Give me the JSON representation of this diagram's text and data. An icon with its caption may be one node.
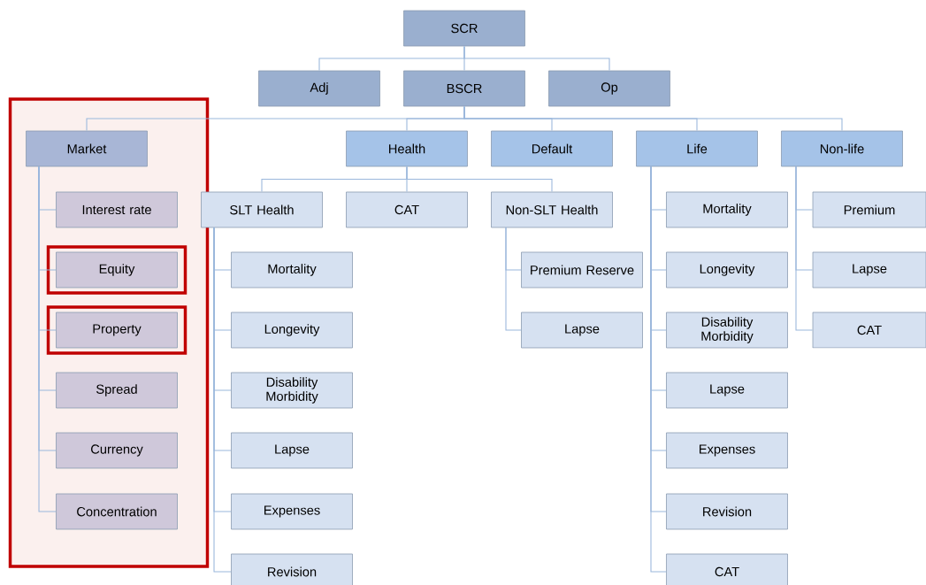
{
  "diagram": {
    "nodes": [
      {
        "text": [
          "SCR"
        ]
      },
      {
        "text": [
          "Adj"
        ]
      },
      {
        "text": [
          "BSCR"
        ]
      },
      {
        "text": [
          "Op"
        ]
      },
      {
        "text": [],
        "shape": "box"
      },
      {
        "text": [
          "Market"
        ],
        "in": 4
      },
      {
        "text": [
          "Health"
        ]
      },
      {
        "text": [
          "Default"
        ]
      },
      {
        "text": [
          "Life"
        ]
      },
      {
        "text": [
          "Non-life"
        ]
      },
      {
        "text": [
          "SLT Health"
        ]
      },
      {
        "text": [
          "CAT"
        ]
      },
      {
        "text": [
          "Non-SLT Health"
        ]
      },
      {
        "text": [
          "Interest rate"
        ],
        "in": 4
      },
      {
        "text": [],
        "shape": "box",
        "in": 4
      },
      {
        "text": [
          "Equity"
        ],
        "in": 14
      },
      {
        "text": [],
        "shape": "box",
        "in": 4
      },
      {
        "text": [
          "Property"
        ],
        "in": 16
      },
      {
        "text": [
          "Spread"
        ],
        "in": 4
      },
      {
        "text": [
          "Currency"
        ],
        "in": 4
      },
      {
        "text": [
          "Concentration"
        ],
        "in": 4
      },
      {
        "text": [
          "Mortality"
        ]
      },
      {
        "text": [
          "Longevity"
        ]
      },
      {
        "text": [
          "Disability Morbidity"
        ]
      },
      {
        "text": [
          "Lapse"
        ]
      },
      {
        "text": [
          "Expenses"
        ]
      },
      {
        "text": [
          "Revision"
        ]
      },
      {
        "text": [
          "Premium Reserve"
        ]
      },
      {
        "text": [
          "Lapse"
        ]
      },
      {
        "text": [
          "Mortality"
        ]
      },
      {
        "text": [
          "Longevity"
        ]
      },
      {
        "text": [
          "Disability Morbidity"
        ]
      },
      {
        "text": [
          "Lapse"
        ]
      },
      {
        "text": [
          "Expenses"
        ]
      },
      {
        "text": [
          "Revision"
        ]
      },
      {
        "text": [
          "CAT"
        ]
      },
      {
        "text": [
          "Premium"
        ]
      },
      {
        "text": [
          "Lapse"
        ]
      },
      {
        "text": [
          "CAT"
        ]
      }
    ],
    "edges": [
      {
        "from": 0,
        "to": 1,
        "arrow": "none"
      },
      {
        "from": 0,
        "to": 2,
        "arrow": "none"
      },
      {
        "from": 0,
        "to": 3,
        "arrow": "none"
      },
      {
        "from": 2,
        "to": 5,
        "arrow": "none"
      },
      {
        "from": 2,
        "to": 6,
        "arrow": "none"
      },
      {
        "from": 2,
        "to": 7,
        "arrow": "none"
      },
      {
        "from": 2,
        "to": 8,
        "arrow": "none"
      },
      {
        "from": 2,
        "to": 9,
        "arrow": "none"
      },
      {
        "from": 5,
        "to": 13,
        "arrow": "none"
      },
      {
        "from": 5,
        "to": 15,
        "arrow": "none"
      },
      {
        "from": 5,
        "to": 17,
        "arrow": "none"
      },
      {
        "from": 5,
        "to": 18,
        "arrow": "none"
      },
      {
        "from": 5,
        "to": 19,
        "arrow": "none"
      },
      {
        "from": 5,
        "to": 20,
        "arrow": "none"
      },
      {
        "from": 6,
        "to": 10,
        "arrow": "none"
      },
      {
        "from": 6,
        "to": 11,
        "arrow": "none"
      },
      {
        "from": 6,
        "to": 12,
        "arrow": "none"
      },
      {
        "from": 10,
        "to": 21,
        "arrow": "none"
      },
      {
        "from": 10,
        "to": 22,
        "arrow": "none"
      },
      {
        "from": 10,
        "to": 23,
        "arrow": "none"
      },
      {
        "from": 10,
        "to": 24,
        "arrow": "none"
      },
      {
        "from": 10,
        "to": 25,
        "arrow": "none"
      },
      {
        "from": 10,
        "to": 26,
        "arrow": "none"
      },
      {
        "from": 12,
        "to": 27,
        "arrow": "none"
      },
      {
        "from": 12,
        "to": 28,
        "arrow": "none"
      },
      {
        "from": 8,
        "to": 29,
        "arrow": "none"
      },
      {
        "from": 8,
        "to": 30,
        "arrow": "none"
      },
      {
        "from": 8,
        "to": 31,
        "arrow": "none"
      },
      {
        "from": 8,
        "to": 32,
        "arrow": "none"
      },
      {
        "from": 8,
        "to": 33,
        "arrow": "none"
      },
      {
        "from": 8,
        "to": 34,
        "arrow": "none"
      },
      {
        "from": 8,
        "to": 35,
        "arrow": "none"
      },
      {
        "from": 9,
        "to": 36,
        "arrow": "none"
      },
      {
        "from": 9,
        "to": 37,
        "arrow": "none"
      },
      {
        "from": 9,
        "to": 38,
        "arrow": "none"
      }
    ]
  }
}
